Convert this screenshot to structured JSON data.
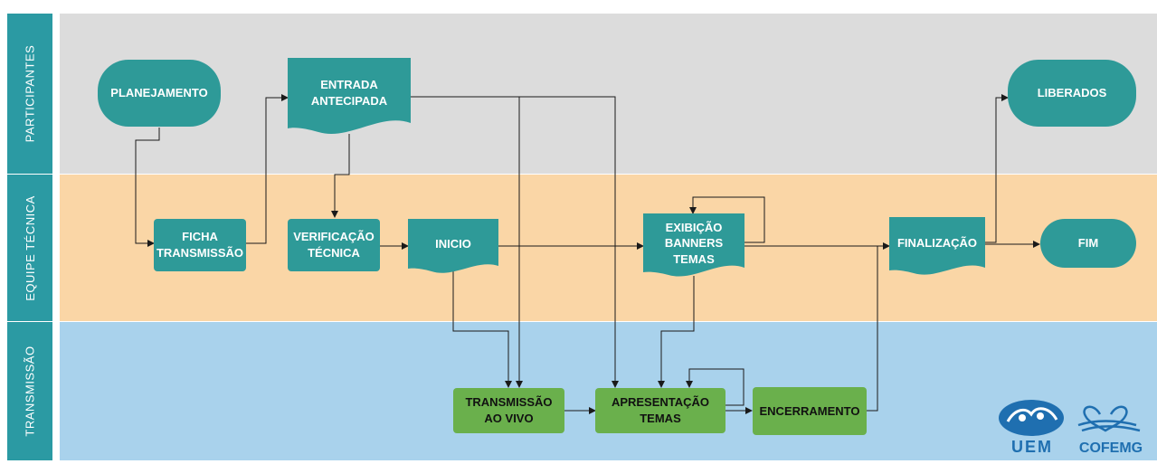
{
  "lanes": {
    "participants": "PARTICIPANTES",
    "tech": "EQUIPE TÉCNICA",
    "transmission": "TRANSMISSÃO"
  },
  "nodes": {
    "planejamento": "PLANEJAMENTO",
    "entrada": "ENTRADA\nANTECIPADA",
    "liberados": "LIBERADOS",
    "ficha": "FICHA\nTRANSMISSÃO",
    "verificacao": "VERIFICAÇÃO\nTÉCNICA",
    "inicio": "INICIO",
    "exibicao": "EXIBIÇÃO\nBANNERS\nTEMAS",
    "finalizacao": "FINALIZAÇÃO",
    "fim": "FIM",
    "transmissao": "TRANSMISSÃO\nAO VIVO",
    "apresentacao": "APRESENTAÇÃO\nTEMAS",
    "encerramento": "ENCERRAMENTO"
  },
  "logos": {
    "uem": "UEM",
    "cofemg": "COFEMG"
  },
  "colors": {
    "lane_label": "#2b9aa3",
    "participants_bg": "#dcdcdc",
    "tech_bg": "#fad6a6",
    "transmission_bg": "#a9d2ec",
    "teal_node": "#2e9a98",
    "green_node": "#6ab04c"
  }
}
